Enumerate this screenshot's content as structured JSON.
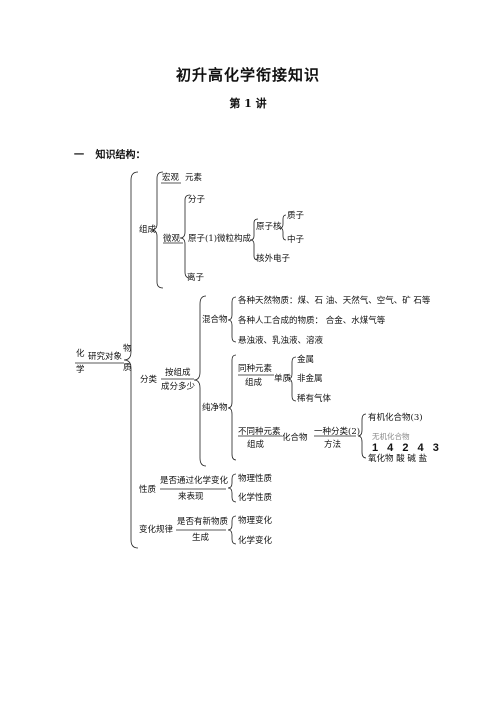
{
  "title": "初升高化学衔接知识",
  "lecture": "第 1 讲",
  "section": {
    "number": "一",
    "label": "知识结构："
  },
  "root": {
    "a": "化",
    "b": "学",
    "relation": "研究对象",
    "obj_a": "物",
    "obj_b": "质"
  },
  "composition": {
    "label": "组成",
    "macro": "宏观",
    "element": "元素",
    "micro": "微观",
    "molecule": "分子",
    "atom": "原子",
    "atom_make": "(1)微粒构成",
    "nucleus": "原子核",
    "proton": "质子",
    "neutron": "中子",
    "electron": "核外电子",
    "ion": "离子"
  },
  "classification": {
    "label": "分类",
    "by_a": "按组成",
    "by_b": "成分多少",
    "mixture": "混合物",
    "mix_items": [
      "各种天然物质：煤、石 油、天然气、空气、矿 石等",
      "各种人工合成的物质： 合金、水煤气等",
      "悬浊液、乳浊液、溶液"
    ],
    "pure": "纯净物",
    "same_a": "同种元素",
    "same_b": "组成",
    "simple": "单质",
    "simple_items": [
      "金属",
      "非金属",
      "稀有气体"
    ],
    "diff_a": "不同种元素",
    "diff_b": "组成",
    "compound": "化合物",
    "method_a": "一种分类(2)",
    "method_b": "方法",
    "organic": "有机化合物(3)",
    "inorganic": "无机化合物",
    "inorganic_nums": "1 4 2 4 3",
    "inorganic_types": "氧化物 酸 碱 盐"
  },
  "property": {
    "label": "性质",
    "by_a": "是否通过化学变化",
    "by_b": "来表现",
    "physical": "物理性质",
    "chemical": "化学性质"
  },
  "change": {
    "label": "变化规律",
    "by_a": "是否有新物质",
    "by_b": "生成",
    "physical": "物理变化",
    "chemical": "化学变化"
  }
}
